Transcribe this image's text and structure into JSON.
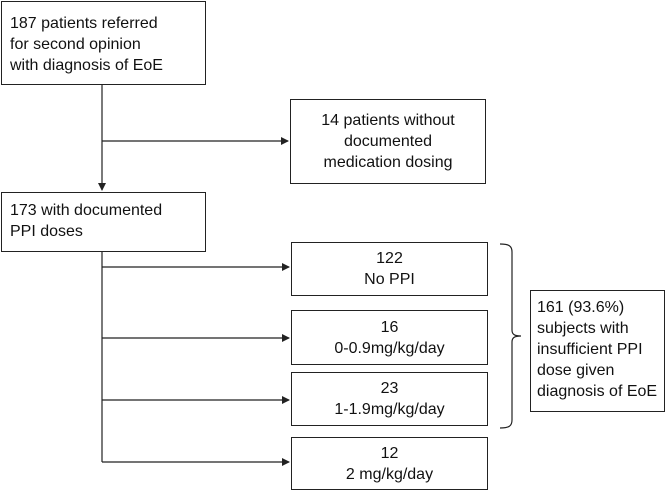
{
  "boxes": {
    "referred": {
      "lines": [
        "187 patients referred",
        "for second opinion",
        "with diagnosis of EoE"
      ]
    },
    "no_dose": {
      "lines": [
        "14 patients without",
        "documented",
        "medication dosing"
      ]
    },
    "documented": {
      "lines": [
        "173 with documented",
        "PPI doses"
      ]
    },
    "no_ppi": {
      "count": "122",
      "label": "No PPI"
    },
    "dose_1": {
      "count": "16",
      "label": "0-0.9mg/kg/day"
    },
    "dose_2": {
      "count": "23",
      "label": "1-1.9mg/kg/day"
    },
    "dose_3": {
      "count": "12",
      "label": "2 mg/kg/day"
    },
    "summary": {
      "lines": [
        "161 (93.6%)",
        "subjects with",
        "insufficient PPI",
        "dose given",
        "diagnosis of EoE"
      ]
    }
  },
  "colors": {
    "line": "#222222",
    "text": "#111111",
    "background": "#ffffff"
  }
}
